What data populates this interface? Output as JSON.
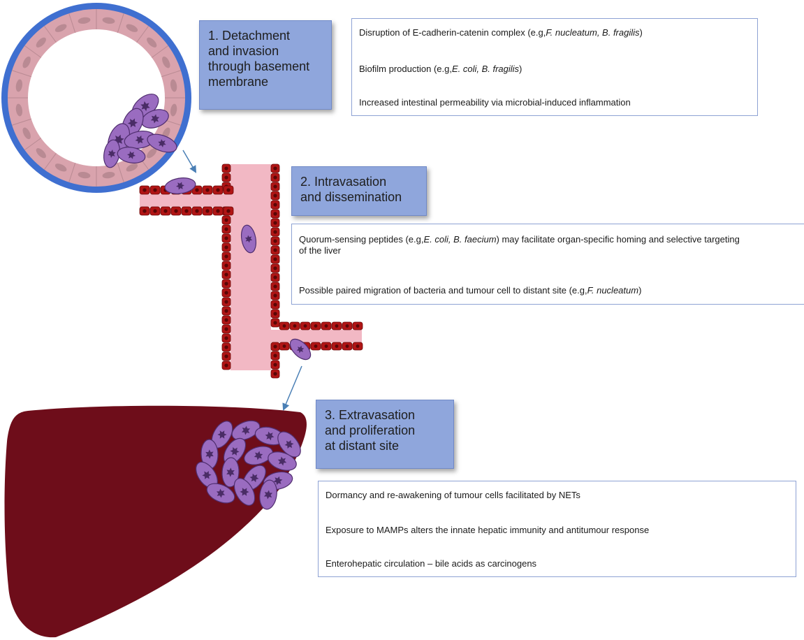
{
  "steps": [
    {
      "lines": [
        "1. Detachment",
        "and invasion",
        "through basement",
        "membrane"
      ]
    },
    {
      "lines": [
        "2. Intravasation",
        "and dissemination"
      ]
    },
    {
      "lines": [
        "3. Extravasation",
        "and proliferation",
        "at distant site"
      ]
    }
  ],
  "info": [
    {
      "items": [
        {
          "pre": "Disruption of E-cadherin-catenin complex (e.g,",
          "italic": "F. nucleatum, B. fragilis",
          "post": ")"
        },
        {
          "pre": "Biofilm production (e.g,",
          "italic": "E. coli, B. fragilis",
          "post": ")"
        },
        {
          "pre": "Increased intestinal permeability via microbial-induced inflammation",
          "italic": "",
          "post": ""
        }
      ]
    },
    {
      "items": [
        {
          "pre": "Quorum-sensing peptides (e.g,",
          "italic": "E. coli, B. faecium",
          "post": ") may facilitate organ-specific homing and selective targeting of the liver"
        },
        {
          "pre": "Possible paired migration of bacteria and tumour cell to distant site (e.g,",
          "italic": "F. nucleatum",
          "post": ")"
        }
      ]
    },
    {
      "items": [
        {
          "pre": "Dormancy and re-awakening of tumour cells facilitated by NETs",
          "italic": "",
          "post": ""
        },
        {
          "pre": "Exposure to MAMPs alters the innate hepatic immunity and antitumour response",
          "italic": "",
          "post": ""
        },
        {
          "pre": "Enterohepatic circulation – bile acids as carcinogens",
          "italic": "",
          "post": ""
        }
      ]
    }
  ],
  "colors": {
    "step_box": "#8fa6dc",
    "info_border": "#8ea2d4",
    "crypt_outer": "#3f6fd0",
    "crypt_epithelium": "#d9a3ad",
    "vessel_lumen": "#f2b8c4",
    "vessel_wall": "#b01515",
    "tumour_cell": "#9a6cc0",
    "liver": "#6e0d1a",
    "arrow": "#4a7fb5"
  },
  "icons": [
    "colon-crypt-icon",
    "blood-vessel-icon",
    "tumour-cell-icon",
    "liver-icon",
    "arrow-icon"
  ]
}
